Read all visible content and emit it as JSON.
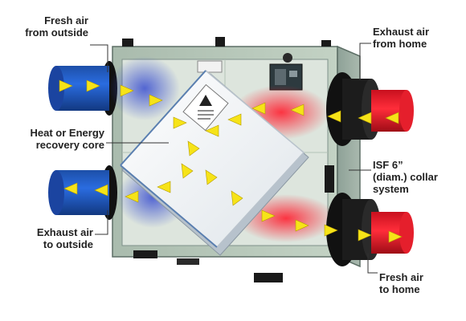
{
  "labels": {
    "fresh_air_from_outside": [
      "Fresh air",
      "from outside"
    ],
    "heat_energy_core": [
      "Heat or Energy",
      "recovery core"
    ],
    "exhaust_air_to_outside": [
      "Exhaust air",
      "to outside"
    ],
    "exhaust_air_from_home": [
      "Exhaust air",
      "from home"
    ],
    "isf_collar_system": [
      "ISF 6”",
      "(diam.) collar",
      "system"
    ],
    "fresh_air_to_home": [
      "Fresh air",
      "to home"
    ]
  },
  "colors": {
    "cabinet": "#b7c7b7",
    "cabinet_dark": "#8fa39a",
    "cabinet_edge": "#5d6f66",
    "core_face": "#f4f6f8",
    "core_edge": "#bcc6cf",
    "fresh_stream": "#1f4fb8",
    "exhaust_stream": "#e11b2b",
    "arrow": "#f6e318",
    "collar": "#1a1a1a",
    "label_text": "#222222",
    "leader_line": "#333333"
  },
  "icons": {
    "arrow_symbol": "yellow-flow-arrow-icon",
    "warning_symbol": "warning-triangle-icon"
  }
}
